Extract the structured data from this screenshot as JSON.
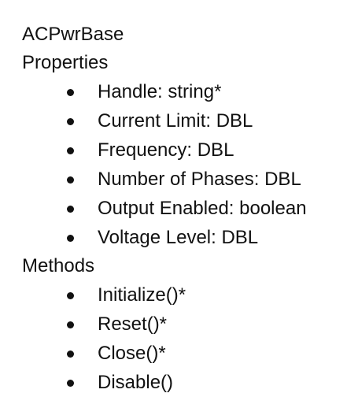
{
  "doc": {
    "class_name": "ACPwrBase",
    "properties_heading": "Properties",
    "properties": [
      "Handle: string*",
      "Current Limit: DBL",
      "Frequency: DBL",
      "Number of Phases: DBL",
      "Output Enabled: boolean",
      "Voltage Level: DBL"
    ],
    "methods_heading": "Methods",
    "methods": [
      "Initialize()*",
      "Reset()*",
      "Close()*",
      "Disable()"
    ]
  }
}
